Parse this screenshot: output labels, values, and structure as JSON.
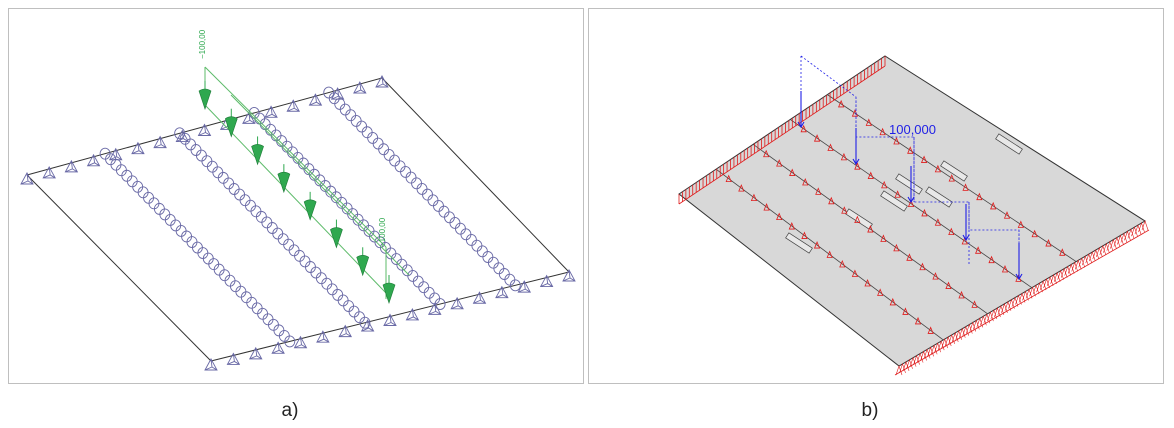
{
  "panels": [
    {
      "caption": "a)",
      "load_labels": [
        "−100,00",
        "−100,00"
      ],
      "colors": {
        "edge": "#333333",
        "support": "#6a6aa6",
        "load": "#2fa84f",
        "load_line": "#5dbb6a"
      }
    },
    {
      "caption": "b)",
      "load_label": "100,000",
      "colors": {
        "slab": "#d8d8d8",
        "edge": "#333333",
        "support": "#e01b1b",
        "load": "#1f1fe6"
      }
    }
  ]
}
